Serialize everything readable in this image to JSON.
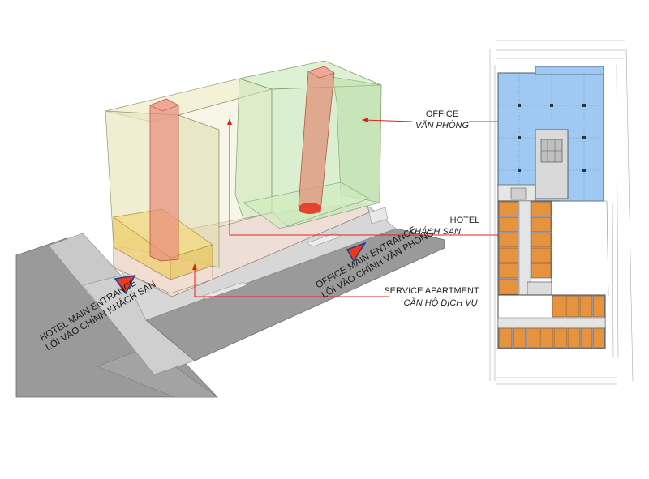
{
  "labels": {
    "office": {
      "en": "OFFICE",
      "vi": "VĂN PHÒNG"
    },
    "hotel": {
      "en": "HOTEL",
      "vi": "KHÁCH SẠN"
    },
    "service_apartment": {
      "en": "SERVICE APARTMENT",
      "vi": "CĂN HỘ DỊCH VỤ"
    },
    "office_entrance": {
      "en": "OFFICE MAIN ENTRANCE",
      "vi": "LỐI VÀO CHÍNH VĂN PHÒNG"
    },
    "hotel_entrance": {
      "en": "HOTEL MAIN ENTRANCE",
      "vi": "LỐI VÀO CHÍNH KHÁCH SẠN"
    }
  },
  "colors": {
    "office_zone": "#9fc8f2",
    "hotel_zone": "#e6923f",
    "office_mass": "#c5e6b5",
    "hotel_mass": "#e8e6bf",
    "podium": "#efd27c",
    "core": "#e88b7a",
    "leader_line": "#e0201b",
    "entrance_marker": "#ec3a1c",
    "road": "#9a9a9a"
  }
}
